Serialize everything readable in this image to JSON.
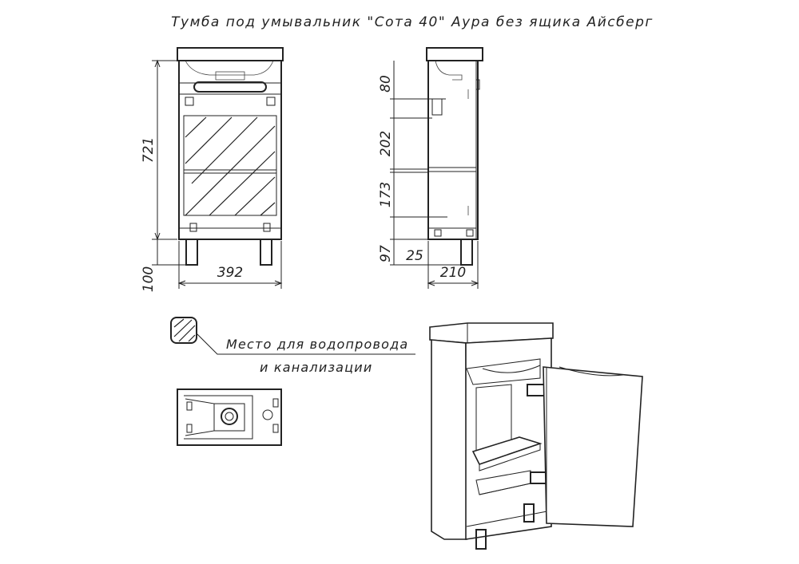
{
  "title": "Тумба под умывальник \"Сота 40\" Аура без ящика Айсберг",
  "dimensions": {
    "height_body": "721",
    "height_legs": "100",
    "width": "392",
    "depth": "210",
    "hinge_offset": "25",
    "seg_80": "80",
    "seg_202": "202",
    "seg_173": "173",
    "seg_97": "97"
  },
  "legend": {
    "icon": "hatched-square-icon",
    "line1": "Место для водопровода",
    "line2": "и канализации"
  }
}
